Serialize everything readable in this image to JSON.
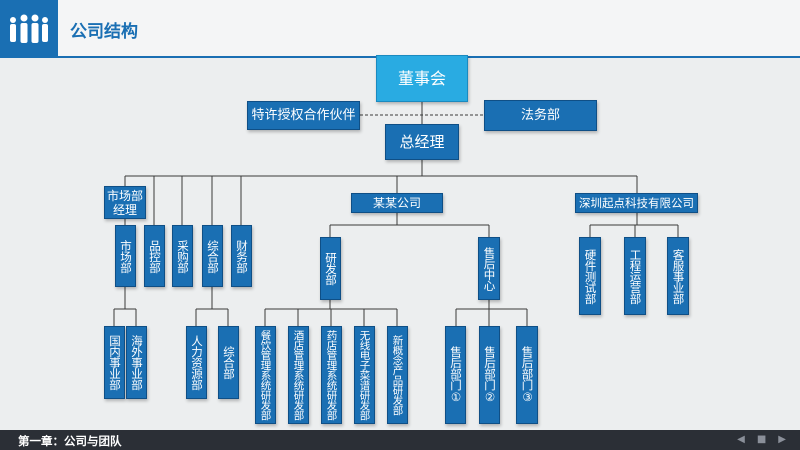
{
  "header": {
    "title": "公司结构",
    "logo_icon": "team-people-icon"
  },
  "footer": {
    "text": "第一章：公司与团队",
    "nav": [
      "prev-icon",
      "home-icon",
      "next-icon"
    ]
  },
  "colors": {
    "node": "#1a6fb3",
    "top_node": "#29abe2",
    "header_accent": "#1a6fb3",
    "footer": "#2b2f36"
  },
  "org": {
    "board": "董事会",
    "franchise_partner": "特许授权合作伙伴",
    "legal": "法务部",
    "general_manager": "总经理",
    "marketing_manager": "市场部\n经理",
    "market_dept": "市场部",
    "quality_dept": "品控部",
    "purchasing_dept": "采购部",
    "general_affairs_dept": "综合部",
    "finance_dept": "财务部",
    "domestic_business": "国内事业部",
    "overseas_business": "海外事业部",
    "hr_dept": "人力资源部",
    "admin_dept": "综合部",
    "company": "某某公司",
    "rnd_dept": "研发部",
    "sales_center": "售后中心",
    "catering_rnd": "餐饮管理系统研发部",
    "hotel_rnd": "酒店管理系统研发部",
    "pharmacy_rnd": "药店管理系统研发部",
    "wireless_rnd": "无线电子菜谱研发部",
    "new_product_rnd": "新概念产品研发部",
    "sales_1": "售后部门①",
    "sales_2": "售后部门②",
    "sales_3": "售后部门③",
    "shenzhen_tech": "深圳起点科技有限公司",
    "hardware_test": "硬件测试部",
    "engineering": "工程运营部",
    "customer_service": "客服事业部"
  }
}
